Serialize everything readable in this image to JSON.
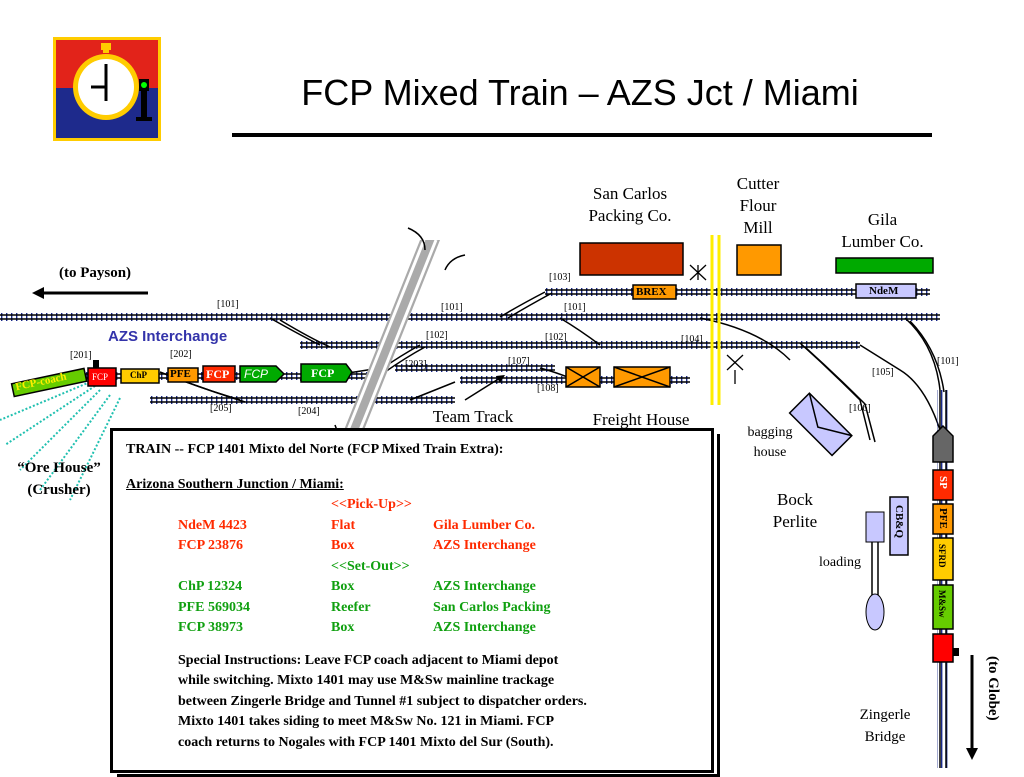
{
  "title": "FCP Mixed Train – AZS Jct / Miami",
  "labels": {
    "san_carlos": [
      "San Carlos",
      "Packing Co."
    ],
    "cutter": [
      "Cutter",
      "Flour",
      "Mill"
    ],
    "gila": [
      "Gila",
      "Lumber Co."
    ],
    "to_payson": "(to Payson)",
    "azs_interchange": "AZS Interchange",
    "team_track": "Team Track",
    "freight_house": "Freight House",
    "bagging": [
      "bagging",
      "house"
    ],
    "bock": [
      "Bock",
      "Perlite"
    ],
    "loading": "loading",
    "ore_house": [
      "“Ore House”",
      "(Crusher)"
    ],
    "zingerle": [
      "Zingerle",
      "Bridge"
    ],
    "to_globe": "(to Globe)"
  },
  "track_ids": [
    "[101]",
    "[101]",
    "[101]",
    "[101]",
    "[102]",
    "[102]",
    "[103]",
    "[104]",
    "[105]",
    "[106]",
    "[107]",
    "[108]",
    "[201]",
    "[202]",
    "[203]",
    "[204]",
    "[205]"
  ],
  "cars": {
    "brex": "BREX",
    "ndem": "NdeM",
    "fcp_coach": "FCP-coach",
    "fcp_small": "FCP",
    "chp": "ChP",
    "pfe": "PFE",
    "fcp1": "FCP",
    "fcp_loco": "FCP",
    "fcp2": "FCP",
    "cbq": "CB&Q",
    "sp": "SP",
    "pfe_v": "PFE",
    "sfrd": "SFRD",
    "msw": "M&Sw"
  },
  "train": {
    "header": "TRAIN -- FCP 1401 Mixto del Norte  (FCP Mixed Train Extra):",
    "location": "Arizona Southern Junction / Miami:",
    "pickup_label": "<<Pick-Up>>",
    "pickup": [
      {
        "car": "NdeM 4423",
        "type": "Flat",
        "dest": "Gila Lumber Co."
      },
      {
        "car": "FCP 23876",
        "type": "Box",
        "dest": "AZS Interchange"
      }
    ],
    "setout_label": "<<Set-Out>>",
    "setout": [
      {
        "car": "ChP 12324",
        "type": "Box",
        "dest": "AZS Interchange"
      },
      {
        "car": "PFE 569034",
        "type": "Reefer",
        "dest": "San Carlos Packing"
      },
      {
        "car": "FCP 38973",
        "type": "Box",
        "dest": "AZS Interchange"
      }
    ],
    "instructions": [
      "Special Instructions:  Leave FCP coach adjacent to Miami depot",
      "while switching.  Mixto 1401 may use M&Sw mainline trackage",
      "between Zingerle Bridge and Tunnel #1 subject to dispatcher orders.",
      "Mixto 1401 takes siding to meet M&Sw No. 121 in Miami.  FCP",
      "coach returns to Nogales with FCP 1401 Mixto del Sur (South)."
    ]
  },
  "colors": {
    "track": "#000000",
    "tie": "#1a2a8a",
    "crusher_track": "#20c0b0",
    "packing_house": "#cc3300",
    "flour_mill": "#ff9900",
    "lumber": "#00aa00",
    "boxcar_green": "#66cc00",
    "reefer_orange": "#ff9900",
    "fcp_red": "#ff0000",
    "pickup_red": "#ff2a00",
    "setout_green": "#10a010",
    "chp_yellow": "#ffcc00",
    "cbq_blue": "#c8c8ff",
    "interchange_blue": "#3333aa"
  },
  "icons": [
    "stopwatch-logo-icon",
    "crossing-signal-icon",
    "arrow-left-icon",
    "arrow-down-icon"
  ]
}
